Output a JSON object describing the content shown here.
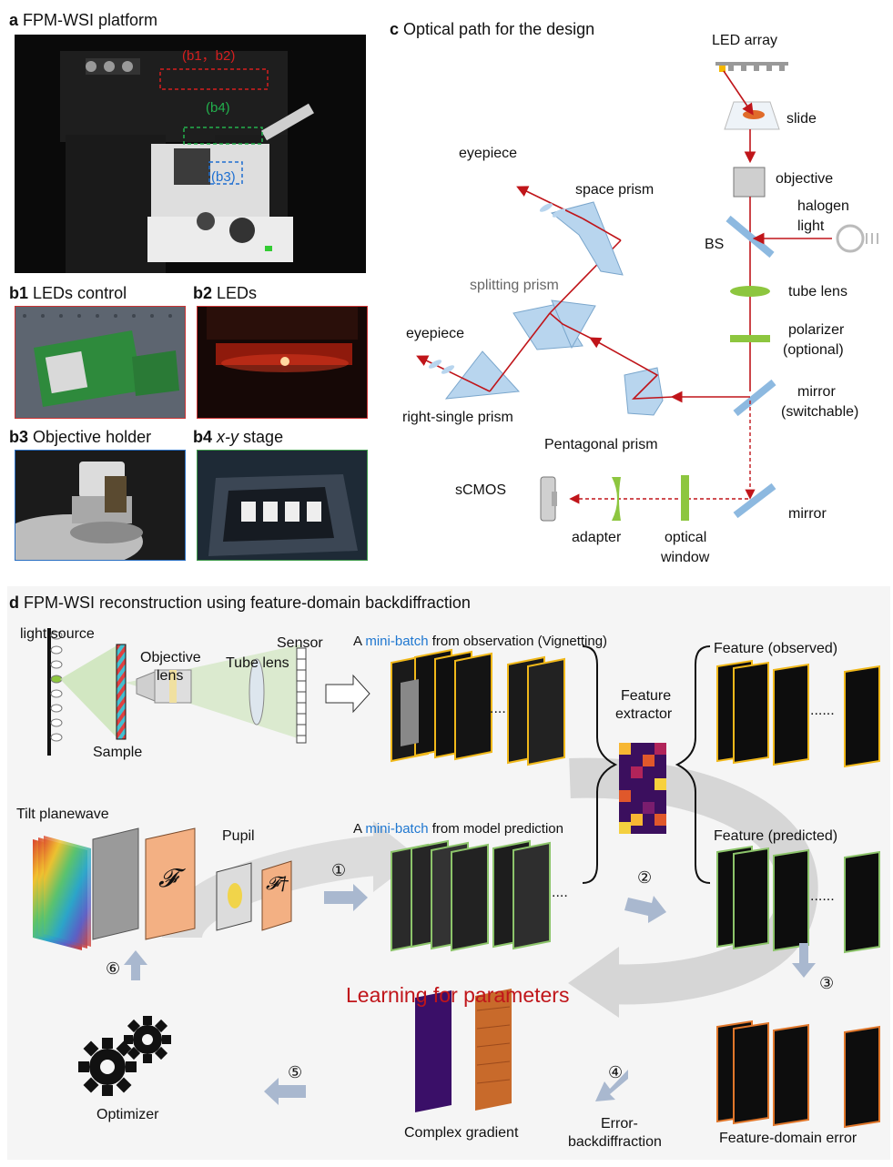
{
  "panel_a": {
    "letter": "a",
    "title": "FPM-WSI platform",
    "tag_b1b2": "(b1，b2)",
    "tag_b4": "(b4)",
    "tag_b3": "(b3)"
  },
  "panel_b1": {
    "letter": "b1",
    "title": "LEDs control"
  },
  "panel_b2": {
    "letter": "b2",
    "title": "LEDs"
  },
  "panel_b3": {
    "letter": "b3",
    "title": "Objective holder"
  },
  "panel_b4": {
    "letter": "b4",
    "title": "x-y",
    "title_suffix": "stage"
  },
  "panel_c": {
    "letter": "c",
    "title": "Optical path for the design",
    "labels": {
      "led_array": "LED array",
      "slide": "slide",
      "objective": "objective",
      "halogen_1": "halogen",
      "halogen_2": "light",
      "bs": "BS",
      "tube_lens": "tube lens",
      "polarizer": "polarizer",
      "optional": "(optional)",
      "mirror_sw": "mirror",
      "switchable": "(switchable)",
      "mirror": "mirror",
      "space_prism": "space prism",
      "eyepiece_top": "eyepiece",
      "splitting_prism": "splitting prism",
      "eyepiece_left": "eyepiece",
      "right_single_prism": "right-single prism",
      "pentagonal_prism": "Pentagonal prism",
      "scmos": "sCMOS",
      "adapter": "adapter",
      "optical_window_1": "optical",
      "optical_window_2": "window"
    }
  },
  "panel_d": {
    "letter": "d",
    "title": "FPM-WSI reconstruction using feature-domain backdiffraction",
    "labels": {
      "light_source": "light source",
      "objective_lens_1": "Objective",
      "objective_lens_2": "lens",
      "tube_lens": "Tube lens",
      "sensor": "Sensor",
      "sample": "Sample",
      "mb_obs_pre": "A",
      "mb_obs_hl": "mini-batch",
      "mb_obs_post": "from observation (Vignetting)",
      "mb_pred_pre": "A",
      "mb_pred_hl": "mini-batch",
      "mb_pred_post": "from model prediction",
      "feature_extractor_1": "Feature",
      "feature_extractor_2": "extractor",
      "feature_observed": "Feature (observed)",
      "feature_predicted": "Feature (predicted)",
      "tilt_planewave": "Tilt planewave",
      "pupil": "Pupil",
      "fourier": "𝓕",
      "inv_fourier": "𝓕†",
      "learning": "Learning for parameters",
      "complex_gradient": "Complex gradient",
      "error_back_1": "Error-",
      "error_back_2": "backdiffraction",
      "feature_domain_error": "Feature-domain error",
      "optimizer": "Optimizer",
      "step1": "①",
      "step2": "②",
      "step3": "③",
      "step4": "④",
      "step5": "⑤",
      "step6": "⑥",
      "ellipsis": "......",
      "ellipsis_short": "...."
    },
    "colors": {
      "highlight": "#1f77d0",
      "learning": "#c0151a",
      "obs_frame": "#f0b81a",
      "pred_frame": "#8cc46a",
      "err_frame": "#e0762a"
    }
  }
}
